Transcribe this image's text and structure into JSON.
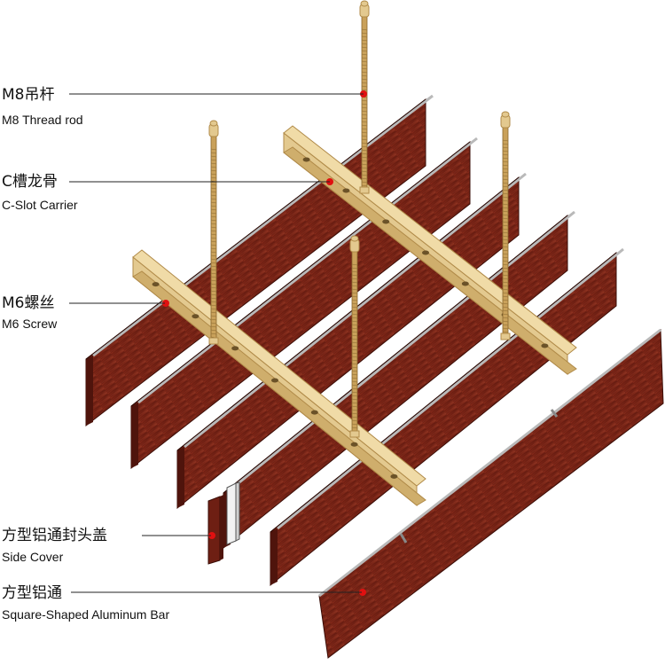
{
  "labels": [
    {
      "cn": "M8吊杆",
      "en": "M8 Thread rod",
      "target": "thread-rod"
    },
    {
      "cn": "C槽龙骨",
      "en": "C-Slot Carrier",
      "target": "c-slot-carrier"
    },
    {
      "cn": "M6螺丝",
      "en": "M6 Screw",
      "target": "m6-screw"
    },
    {
      "cn": "方型铝通封头盖",
      "en": "Side Cover",
      "target": "side-cover"
    },
    {
      "cn": "方型铝通",
      "en": "Square-Shaped Aluminum Bar",
      "target": "aluminum-bar"
    }
  ],
  "colors": {
    "wood_front": "#7a2417",
    "wood_dark": "#4f140c",
    "wood_top": "#b9b9b9",
    "brass": "#e3c98f",
    "brass_dark": "#b08a48",
    "rod": "#c9a15a",
    "marker": "#e01010",
    "leader": "#222222"
  }
}
